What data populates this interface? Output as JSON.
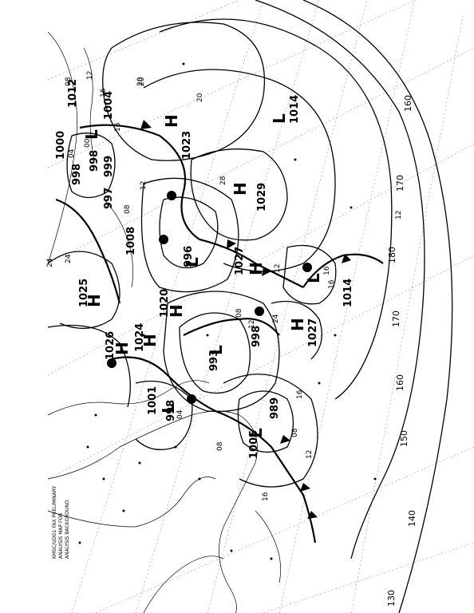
{
  "header_block": [
    "KMSC/UDG1 FAX PRELIMINARY",
    "ANALYSIS MAP FOR",
    "ANALYSIS BACKGROUND"
  ],
  "longitude_labels": [
    "130",
    "140",
    "150",
    "160",
    "170",
    "180",
    "170",
    "160"
  ],
  "isobar_labels": [
    "08",
    "12",
    "16",
    "20",
    "24",
    "28",
    "00",
    "04",
    "12",
    "16",
    "20",
    "08",
    "24",
    "12",
    "16",
    "20",
    "12",
    "08",
    "12",
    "16",
    "24",
    "16",
    "08",
    "08",
    "04",
    "12",
    "16"
  ],
  "systems": [
    {
      "type": "L",
      "pressure": "1012"
    },
    {
      "type": "L",
      "pressure": "1004"
    },
    {
      "type": "L",
      "pressure": "998"
    },
    {
      "type": "L",
      "pressure": "1000"
    },
    {
      "type": "L",
      "pressure": "998"
    },
    {
      "type": "L",
      "pressure": "999"
    },
    {
      "type": "L",
      "pressure": "997"
    },
    {
      "type": "H",
      "pressure": "1023"
    },
    {
      "type": "H",
      "pressure": "1029"
    },
    {
      "type": "L",
      "pressure": "1014"
    },
    {
      "type": "L",
      "pressure": "1008"
    },
    {
      "type": "L",
      "pressure": "996"
    },
    {
      "type": "H",
      "pressure": "1027"
    },
    {
      "type": "L",
      "pressure": "1014"
    },
    {
      "type": "H",
      "pressure": "1025"
    },
    {
      "type": "H",
      "pressure": "1020"
    },
    {
      "type": "H",
      "pressure": "1024"
    },
    {
      "type": "H",
      "pressure": "1026"
    },
    {
      "type": "L",
      "pressure": "998"
    },
    {
      "type": "L",
      "pressure": "993"
    },
    {
      "type": "H",
      "pressure": "1027"
    },
    {
      "type": "L",
      "pressure": "1001"
    },
    {
      "type": "L",
      "pressure": "998"
    },
    {
      "type": "L",
      "pressure": "989"
    },
    {
      "type": "L",
      "pressure": "1005"
    }
  ]
}
